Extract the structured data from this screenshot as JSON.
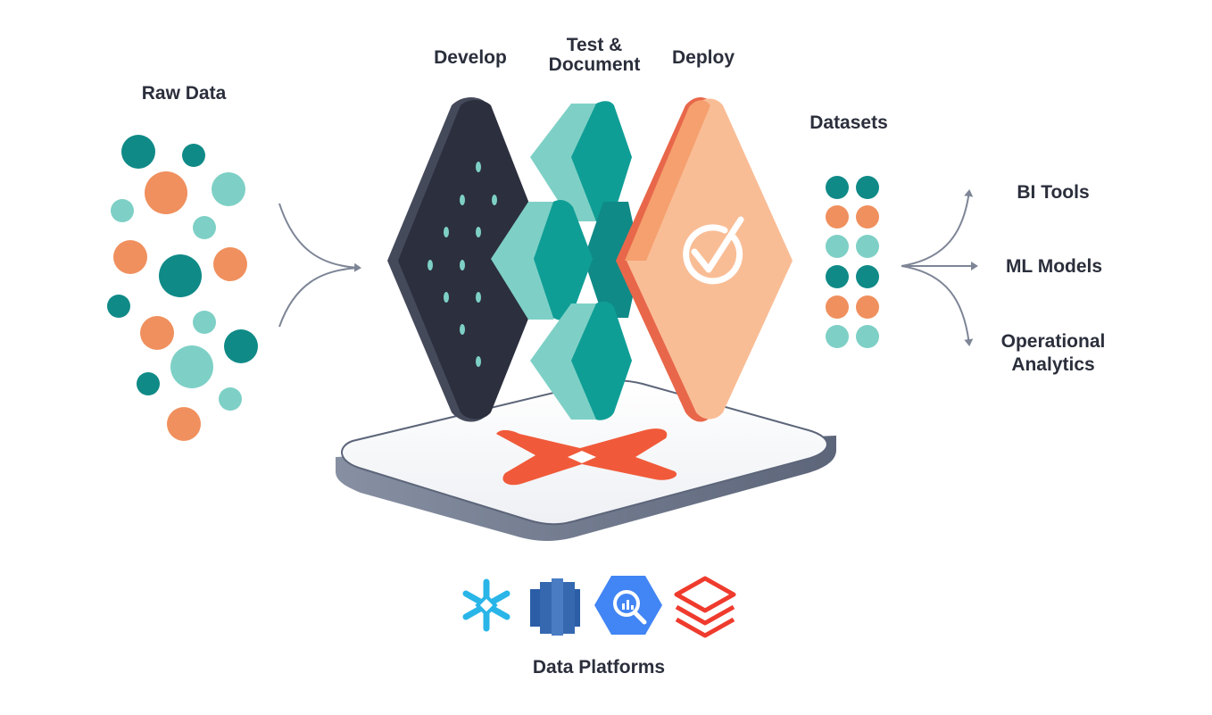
{
  "labels": {
    "raw_data": "Raw Data",
    "develop": "Develop",
    "test_line1": "Test &",
    "test_line2": "Document",
    "deploy": "Deploy",
    "datasets": "Datasets",
    "bi_tools": "BI Tools",
    "ml_models": "ML Models",
    "operational_line1": "Operational",
    "operational_line2": "Analytics",
    "data_platforms": "Data Platforms"
  },
  "colors": {
    "teal_dark": "#0f8a87",
    "teal_light": "#7ed0c6",
    "orange": "#f0905e",
    "navy": "#2c2f3e",
    "peach": "#f9bd96",
    "dbt_red": "#f05a3a",
    "arrow": "#7d8596",
    "snowflake": "#29b5e8",
    "redshift": "#3668b0",
    "bigquery": "#4285f4",
    "databricks": "#ef3b2d"
  },
  "icons": [
    "snowflake-icon",
    "redshift-icon",
    "bigquery-icon",
    "databricks-icon",
    "checkmark-icon",
    "dbt-logo"
  ]
}
